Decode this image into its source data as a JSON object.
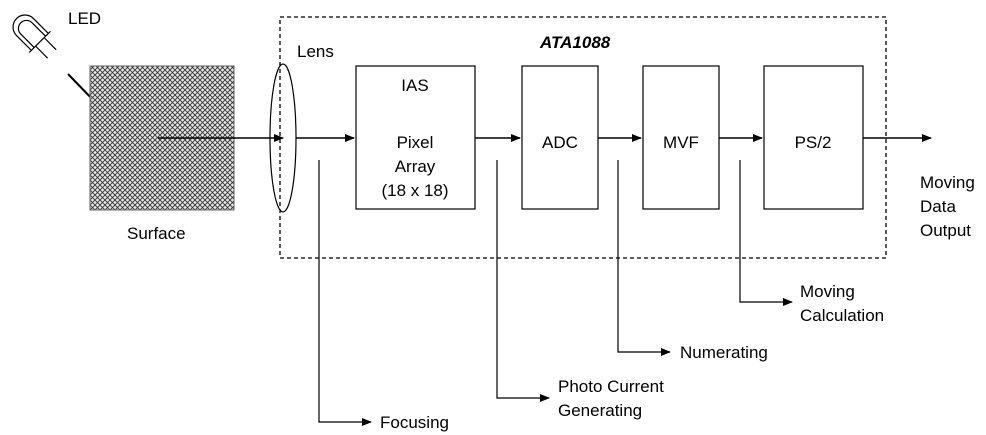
{
  "sources": {
    "led_label": "LED",
    "surface_label": "Surface",
    "lens_label": "Lens"
  },
  "chip": {
    "title": "ATA1088"
  },
  "blocks": {
    "ias": {
      "line1": "IAS",
      "line2": "Pixel",
      "line3": "Array",
      "line4": "(18 x 18)"
    },
    "adc": {
      "label": "ADC"
    },
    "mvf": {
      "label": "MVF"
    },
    "ps2": {
      "label": "PS/2"
    }
  },
  "output": {
    "line1": "Moving",
    "line2": "Data",
    "line3": "Output"
  },
  "stages": {
    "focusing": "Focusing",
    "photo_line1": "Photo Current",
    "photo_line2": "Generating",
    "numerating": "Numerating",
    "moving_line1": "Moving",
    "moving_line2": "Calculation"
  }
}
